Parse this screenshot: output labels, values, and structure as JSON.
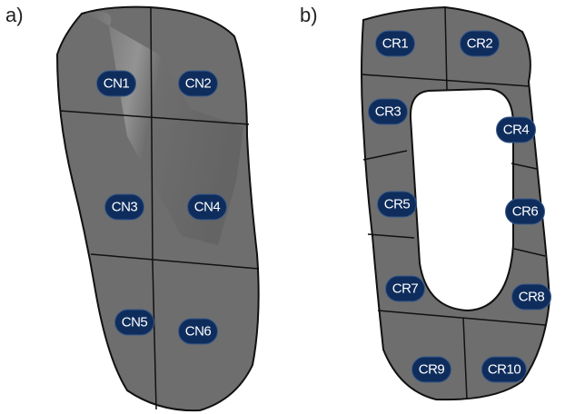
{
  "panels": [
    {
      "label": "a)",
      "regions": [
        "CN1",
        "CN2",
        "CN3",
        "CN4",
        "CN5",
        "CN6"
      ]
    },
    {
      "label": "b)",
      "regions": [
        "CR1",
        "CR2",
        "CR3",
        "CR4",
        "CR5",
        "CR6",
        "CR7",
        "CR8",
        "CR9",
        "CR10"
      ]
    }
  ],
  "colors": {
    "surface": "#6e6e6e",
    "tag": "#0f2d5c",
    "outline": "#111111"
  }
}
